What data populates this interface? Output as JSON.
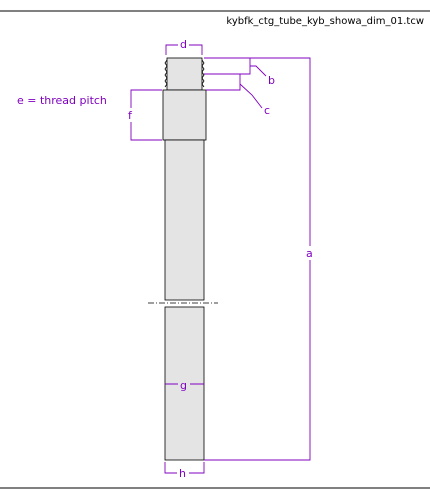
{
  "drawing": {
    "filename": "kybfk_ctg_tube_kyb_showa_dim_01.tcw",
    "thread_note": "e = thread pitch",
    "dimensions": {
      "a": "a",
      "b": "b",
      "c": "c",
      "d": "d",
      "f": "f",
      "g": "g",
      "h": "h"
    }
  },
  "colors": {
    "dimension": "#8000c0",
    "tube_fill": "#e4e4e4",
    "outline": "#000000",
    "frame": "#000000"
  }
}
